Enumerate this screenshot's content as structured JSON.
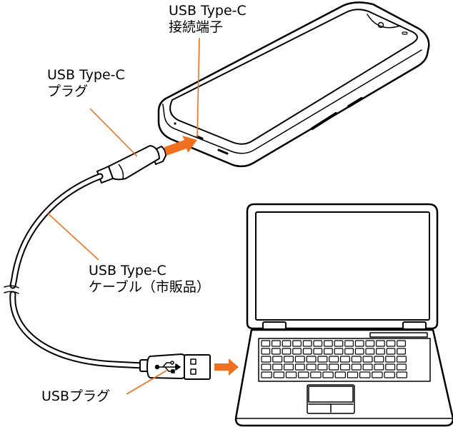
{
  "labels": {
    "usb_c_port": {
      "line1": "USB Type-C",
      "line2": "接続端子"
    },
    "usb_c_plug": {
      "line1": "USB Type-C",
      "line2": "プラグ"
    },
    "usb_c_cable": {
      "line1": "USB Type-C",
      "line2": "ケーブル（市販品）"
    },
    "usb_plug": {
      "line1": "USBプラグ"
    }
  },
  "colors": {
    "leader_line": "#f07020",
    "arrow": "#f07020",
    "outline": "#000000",
    "background": "#ffffff"
  },
  "icons": {
    "connect_arrow_top": "arrow-right-icon",
    "connect_arrow_bottom": "arrow-right-icon",
    "usb_symbol": "usb-icon"
  }
}
